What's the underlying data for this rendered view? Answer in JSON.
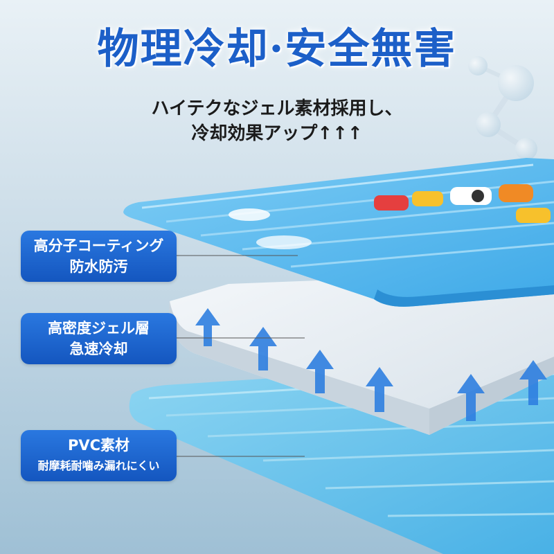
{
  "title": "物理冷却·安全無害",
  "subtitle": {
    "line1": "ハイテクなジェル素材採用し、",
    "line2": "冷却効果アップ↑↑↑"
  },
  "layers": [
    {
      "line1": "高分子コーティング",
      "line2": "防水防汚"
    },
    {
      "line1": "高密度ジェル層",
      "line2": "急速冷却"
    },
    {
      "line1": "PVC素材",
      "line2": "耐摩耗耐噛み漏れにくい"
    }
  ],
  "colors": {
    "label_bg": "#1c63d0",
    "title": "#1c5fc8",
    "top_layer": "#4fb4ee",
    "gel_layer": "#e8eef3",
    "bottom_layer": "#6cc6ec",
    "arrow": "#2f7fe0"
  },
  "icons": [
    "molecule-icon",
    "up-arrow-icon"
  ]
}
